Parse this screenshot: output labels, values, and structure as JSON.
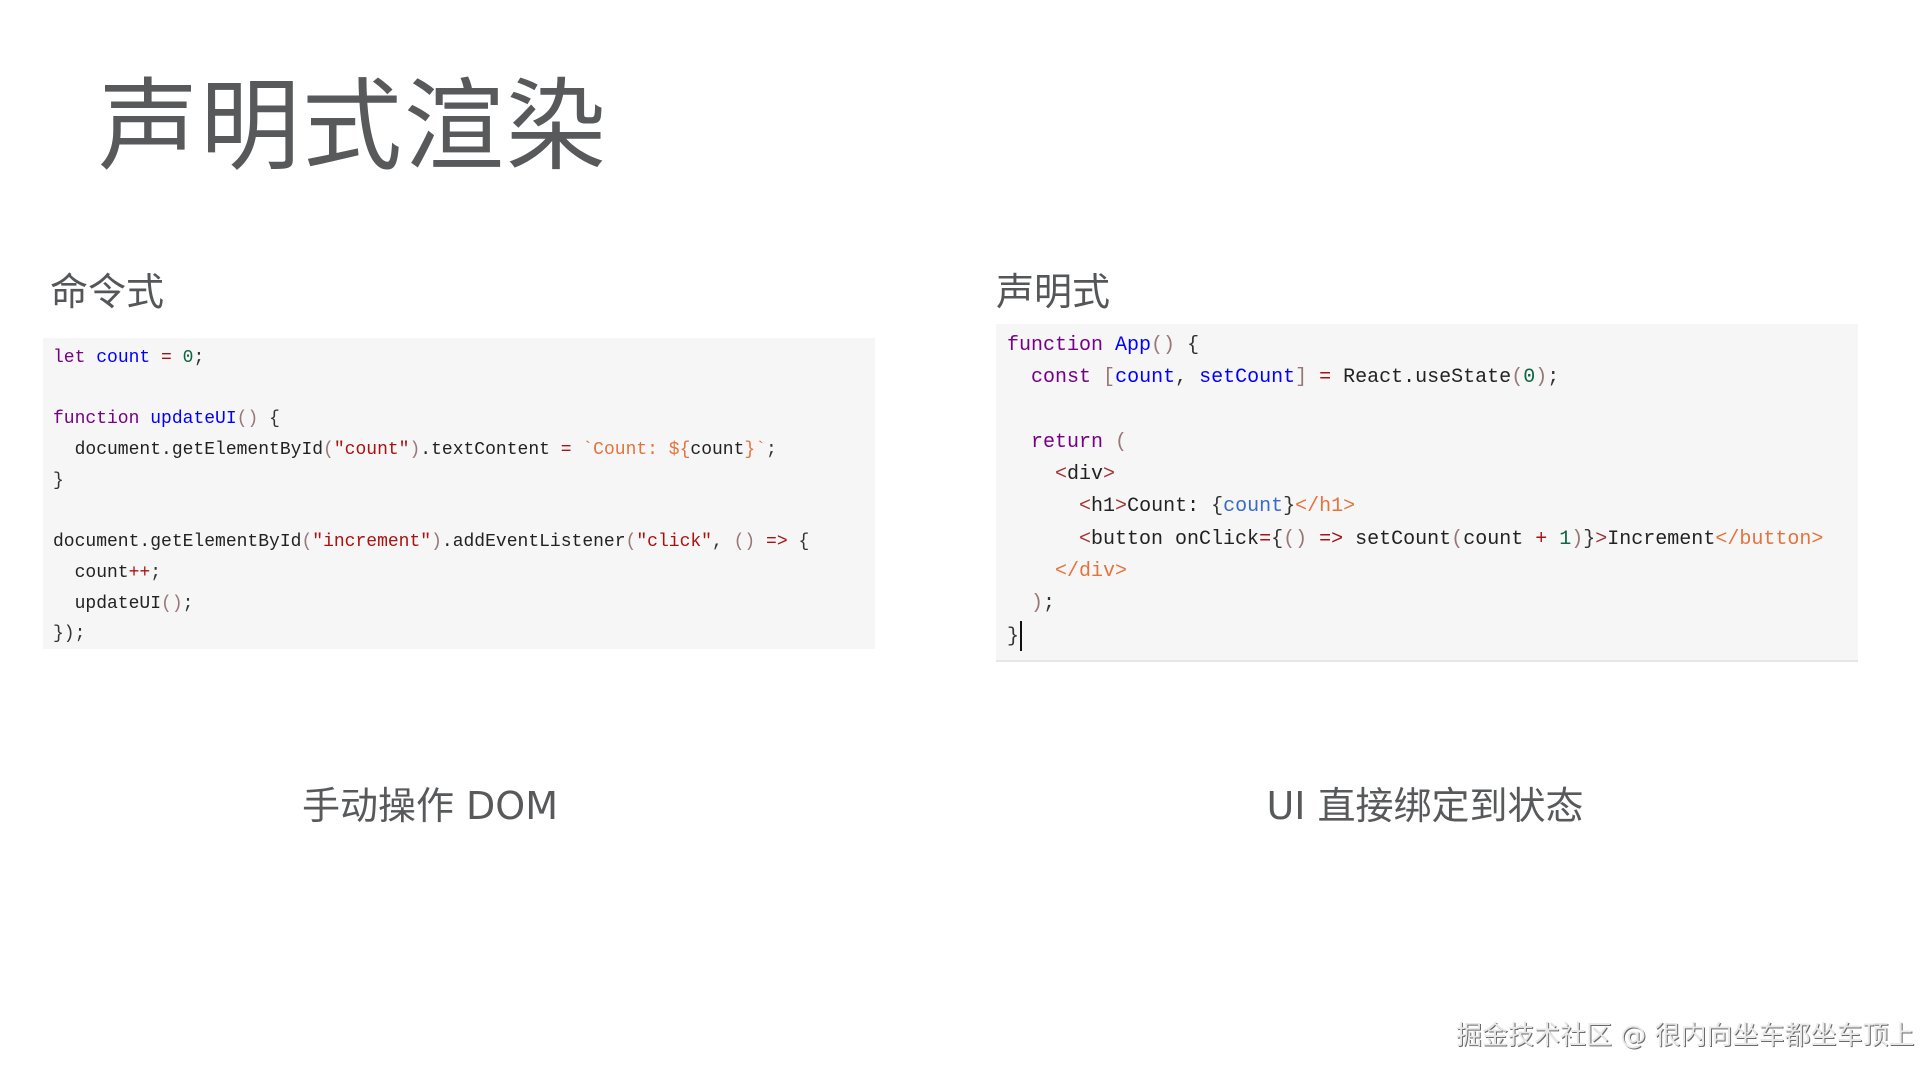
{
  "slide": {
    "title": "声明式渲染"
  },
  "imperative": {
    "heading": "命令式",
    "caption": "手动操作 DOM",
    "code_lines": [
      [
        [
          "keyword",
          "let"
        ],
        [
          "plain",
          " "
        ],
        [
          "def",
          "count"
        ],
        [
          "plain",
          " "
        ],
        [
          "operator",
          "="
        ],
        [
          "plain",
          " "
        ],
        [
          "number",
          "0"
        ],
        [
          "punct",
          ";"
        ]
      ],
      [],
      [
        [
          "keyword",
          "function"
        ],
        [
          "plain",
          " "
        ],
        [
          "def",
          "updateUI"
        ],
        [
          "bracket",
          "()"
        ],
        [
          "plain",
          " "
        ],
        [
          "punct",
          "{"
        ]
      ],
      [
        [
          "plain",
          "  document.getElementById"
        ],
        [
          "bracket",
          "("
        ],
        [
          "string",
          "\"count\""
        ],
        [
          "bracket",
          ")"
        ],
        [
          "plain",
          ".textContent "
        ],
        [
          "operator",
          "="
        ],
        [
          "plain",
          " "
        ],
        [
          "template",
          "`Count: ${"
        ],
        [
          "plain",
          "count"
        ],
        [
          "template",
          "}`"
        ],
        [
          "punct",
          ";"
        ]
      ],
      [
        [
          "punct",
          "}"
        ]
      ],
      [],
      [
        [
          "plain",
          "document.getElementById"
        ],
        [
          "bracket",
          "("
        ],
        [
          "string",
          "\"increment\""
        ],
        [
          "bracket",
          ")"
        ],
        [
          "plain",
          ".addEventListener"
        ],
        [
          "bracket",
          "("
        ],
        [
          "string",
          "\"click\""
        ],
        [
          "punct",
          ", "
        ],
        [
          "bracket",
          "()"
        ],
        [
          "plain",
          " "
        ],
        [
          "operator",
          "=>"
        ],
        [
          "plain",
          " "
        ],
        [
          "punct",
          "{"
        ]
      ],
      [
        [
          "plain",
          "  count"
        ],
        [
          "operator",
          "++"
        ],
        [
          "punct",
          ";"
        ]
      ],
      [
        [
          "plain",
          "  updateUI"
        ],
        [
          "bracket",
          "()"
        ],
        [
          "punct",
          ";"
        ]
      ],
      [
        [
          "punct",
          "})"
        ],
        [
          "punct",
          ";"
        ]
      ]
    ]
  },
  "declarative": {
    "heading": "声明式",
    "caption": "UI 直接绑定到状态",
    "code_lines": [
      [
        [
          "keyword",
          "function"
        ],
        [
          "plain",
          " "
        ],
        [
          "def",
          "App"
        ],
        [
          "bracket",
          "()"
        ],
        [
          "plain",
          " "
        ],
        [
          "punct",
          "{"
        ]
      ],
      [
        [
          "plain",
          "  "
        ],
        [
          "keyword",
          "const"
        ],
        [
          "plain",
          " "
        ],
        [
          "bracket",
          "["
        ],
        [
          "def",
          "count"
        ],
        [
          "punct",
          ", "
        ],
        [
          "def",
          "setCount"
        ],
        [
          "bracket",
          "]"
        ],
        [
          "plain",
          " "
        ],
        [
          "operator",
          "="
        ],
        [
          "plain",
          " React.useState"
        ],
        [
          "bracket",
          "("
        ],
        [
          "number",
          "0"
        ],
        [
          "bracket",
          ")"
        ],
        [
          "punct",
          ";"
        ]
      ],
      [],
      [
        [
          "plain",
          "  "
        ],
        [
          "keyword",
          "return"
        ],
        [
          "plain",
          " "
        ],
        [
          "bracket",
          "("
        ]
      ],
      [
        [
          "plain",
          "    "
        ],
        [
          "tag-bracket",
          "<"
        ],
        [
          "tag",
          "div"
        ],
        [
          "tag-bracket",
          ">"
        ]
      ],
      [
        [
          "plain",
          "      "
        ],
        [
          "tag-bracket",
          "<"
        ],
        [
          "tag",
          "h1"
        ],
        [
          "tag-bracket",
          ">"
        ],
        [
          "plain",
          "Count: "
        ],
        [
          "punct",
          "{"
        ],
        [
          "var2",
          "count"
        ],
        [
          "punct",
          "}"
        ],
        [
          "close-tag",
          "</h1>"
        ]
      ],
      [
        [
          "plain",
          "      "
        ],
        [
          "tag-bracket",
          "<"
        ],
        [
          "tag",
          "button onClick"
        ],
        [
          "operator",
          "="
        ],
        [
          "punct",
          "{"
        ],
        [
          "bracket",
          "()"
        ],
        [
          "plain",
          " "
        ],
        [
          "operator",
          "=>"
        ],
        [
          "plain",
          " setCount"
        ],
        [
          "bracket",
          "("
        ],
        [
          "plain",
          "count "
        ],
        [
          "operator",
          "+"
        ],
        [
          "plain",
          " "
        ],
        [
          "number",
          "1"
        ],
        [
          "bracket",
          ")"
        ],
        [
          "punct",
          "}"
        ],
        [
          "tag-bracket",
          ">"
        ],
        [
          "plain",
          "Increment"
        ],
        [
          "close-tag",
          "</button>"
        ]
      ],
      [
        [
          "plain",
          "    "
        ],
        [
          "close-tag",
          "</div>"
        ]
      ],
      [
        [
          "plain",
          "  "
        ],
        [
          "bracket",
          ")"
        ],
        [
          "punct",
          ";"
        ]
      ],
      [
        [
          "punct",
          "}"
        ]
      ]
    ],
    "cursor_line": 9
  },
  "watermark": "掘金技术社区 @ 很内向坐车都坐车顶上",
  "colors": {
    "background": "#ffffff",
    "code_background": "#f6f6f6",
    "title_text": "#58595b",
    "keyword": "#770088",
    "definition": "#0000ff",
    "string": "#aa1111",
    "template_string": "#e4733d",
    "number": "#116644"
  }
}
